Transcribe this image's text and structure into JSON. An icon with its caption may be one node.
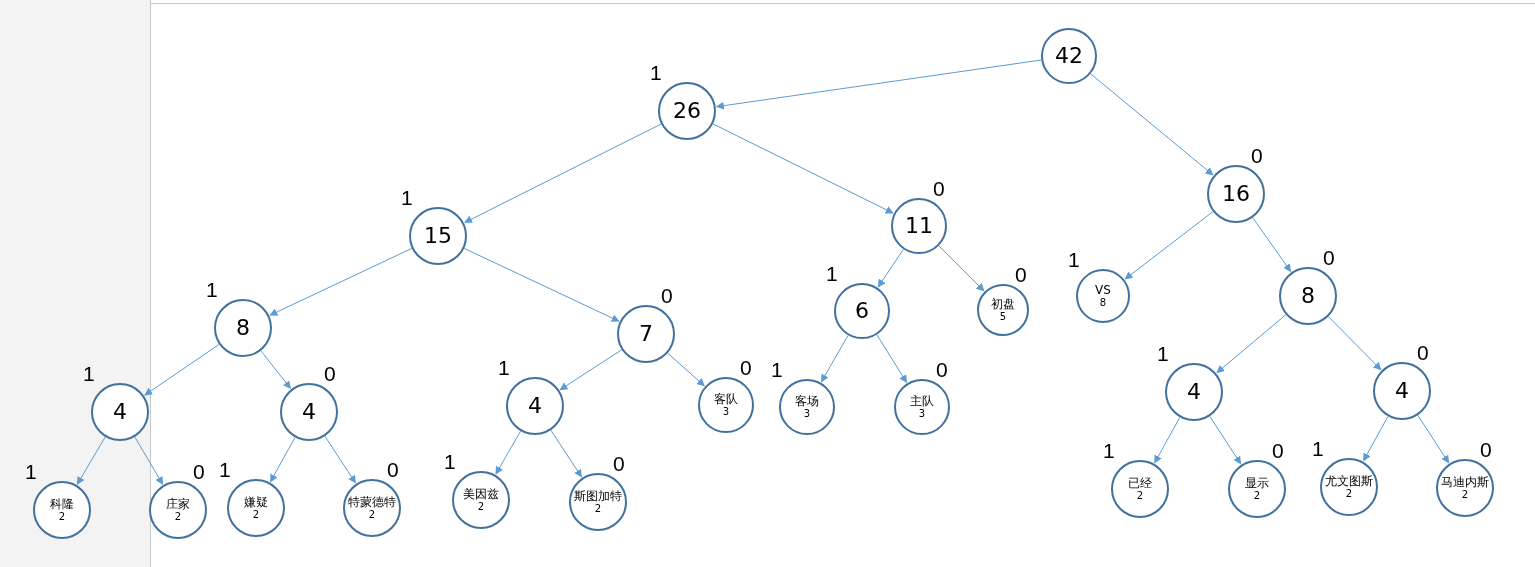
{
  "diagram": {
    "nodes": [
      {
        "text": [
          "42"
        ]
      },
      {
        "text": [
          "26"
        ],
        "beside": [
          "1"
        ]
      },
      {
        "text": [
          "16"
        ],
        "beside": [
          "0"
        ]
      },
      {
        "text": [
          "15"
        ],
        "beside": [
          "1"
        ]
      },
      {
        "text": [
          "11"
        ],
        "beside": [
          "0"
        ]
      },
      {
        "text": [
          "8"
        ],
        "beside": [
          "1"
        ]
      },
      {
        "text": [
          "7"
        ],
        "beside": [
          "0"
        ]
      },
      {
        "text": [
          "6"
        ],
        "beside": [
          "1"
        ]
      },
      {
        "text": [
          "初盘",
          "5"
        ],
        "beside": [
          "0"
        ]
      },
      {
        "text": [
          "VS",
          "8"
        ],
        "beside": [
          "1"
        ]
      },
      {
        "text": [
          "8"
        ],
        "beside": [
          "0"
        ]
      },
      {
        "text": [
          "4"
        ],
        "beside": [
          "1"
        ]
      },
      {
        "text": [
          "4"
        ],
        "beside": [
          "0"
        ]
      },
      {
        "text": [
          "4"
        ],
        "beside": [
          "1"
        ]
      },
      {
        "text": [
          "客队",
          "3"
        ],
        "beside": [
          "0"
        ]
      },
      {
        "text": [
          "客场",
          "3"
        ],
        "beside": [
          "1"
        ]
      },
      {
        "text": [
          "主队",
          "3"
        ],
        "beside": [
          "0"
        ]
      },
      {
        "text": [
          "4"
        ],
        "beside": [
          "1"
        ]
      },
      {
        "text": [
          "4"
        ],
        "beside": [
          "0"
        ]
      },
      {
        "text": [
          "科隆",
          "2"
        ],
        "beside": [
          "1"
        ]
      },
      {
        "text": [
          "庄家",
          "2"
        ],
        "beside": [
          "0"
        ]
      },
      {
        "text": [
          "嫌疑",
          "2"
        ],
        "beside": [
          "1"
        ]
      },
      {
        "text": [
          "特蒙德特",
          "2"
        ],
        "beside": [
          "0"
        ]
      },
      {
        "text": [
          "美因兹",
          "2"
        ],
        "beside": [
          "1"
        ]
      },
      {
        "text": [
          "斯图加特",
          "2"
        ],
        "beside": [
          "0"
        ]
      },
      {
        "text": [
          "已经",
          "2"
        ],
        "beside": [
          "1"
        ]
      },
      {
        "text": [
          "显示",
          "2"
        ],
        "beside": [
          "0"
        ]
      },
      {
        "text": [
          "尤文图斯",
          "2"
        ],
        "beside": [
          "1"
        ]
      },
      {
        "text": [
          "马迪内斯",
          "2"
        ],
        "beside": [
          "0"
        ]
      }
    ],
    "edges": [
      {
        "from": 0,
        "to": 1,
        "arrow": "to"
      },
      {
        "from": 0,
        "to": 2,
        "arrow": "to"
      },
      {
        "from": 1,
        "to": 3,
        "arrow": "to"
      },
      {
        "from": 1,
        "to": 4,
        "arrow": "to"
      },
      {
        "from": 2,
        "to": 9,
        "arrow": "to"
      },
      {
        "from": 2,
        "to": 10,
        "arrow": "to"
      },
      {
        "from": 3,
        "to": 5,
        "arrow": "to"
      },
      {
        "from": 3,
        "to": 6,
        "arrow": "to"
      },
      {
        "from": 4,
        "to": 7,
        "arrow": "to"
      },
      {
        "from": 4,
        "to": 8,
        "arrow": "to"
      },
      {
        "from": 5,
        "to": 11,
        "arrow": "to"
      },
      {
        "from": 5,
        "to": 12,
        "arrow": "to"
      },
      {
        "from": 6,
        "to": 13,
        "arrow": "to"
      },
      {
        "from": 6,
        "to": 14,
        "arrow": "to"
      },
      {
        "from": 7,
        "to": 15,
        "arrow": "to"
      },
      {
        "from": 7,
        "to": 16,
        "arrow": "to"
      },
      {
        "from": 10,
        "to": 17,
        "arrow": "to"
      },
      {
        "from": 10,
        "to": 18,
        "arrow": "to"
      },
      {
        "from": 11,
        "to": 19,
        "arrow": "to"
      },
      {
        "from": 11,
        "to": 20,
        "arrow": "to"
      },
      {
        "from": 12,
        "to": 21,
        "arrow": "to"
      },
      {
        "from": 12,
        "to": 22,
        "arrow": "to"
      },
      {
        "from": 13,
        "to": 23,
        "arrow": "to"
      },
      {
        "from": 13,
        "to": 24,
        "arrow": "to"
      },
      {
        "from": 17,
        "to": 25,
        "arrow": "to"
      },
      {
        "from": 17,
        "to": 26,
        "arrow": "to"
      },
      {
        "from": 18,
        "to": 27,
        "arrow": "to"
      },
      {
        "from": 18,
        "to": 28,
        "arrow": "to"
      }
    ]
  }
}
